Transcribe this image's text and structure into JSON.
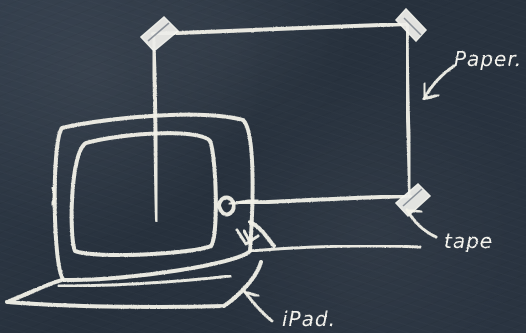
{
  "labels": {
    "paper": "Paper.",
    "tape": "tape",
    "ipad": "iPad."
  },
  "colors": {
    "chalkboard": "#2b3542",
    "chalk": "#f3f2e9"
  }
}
